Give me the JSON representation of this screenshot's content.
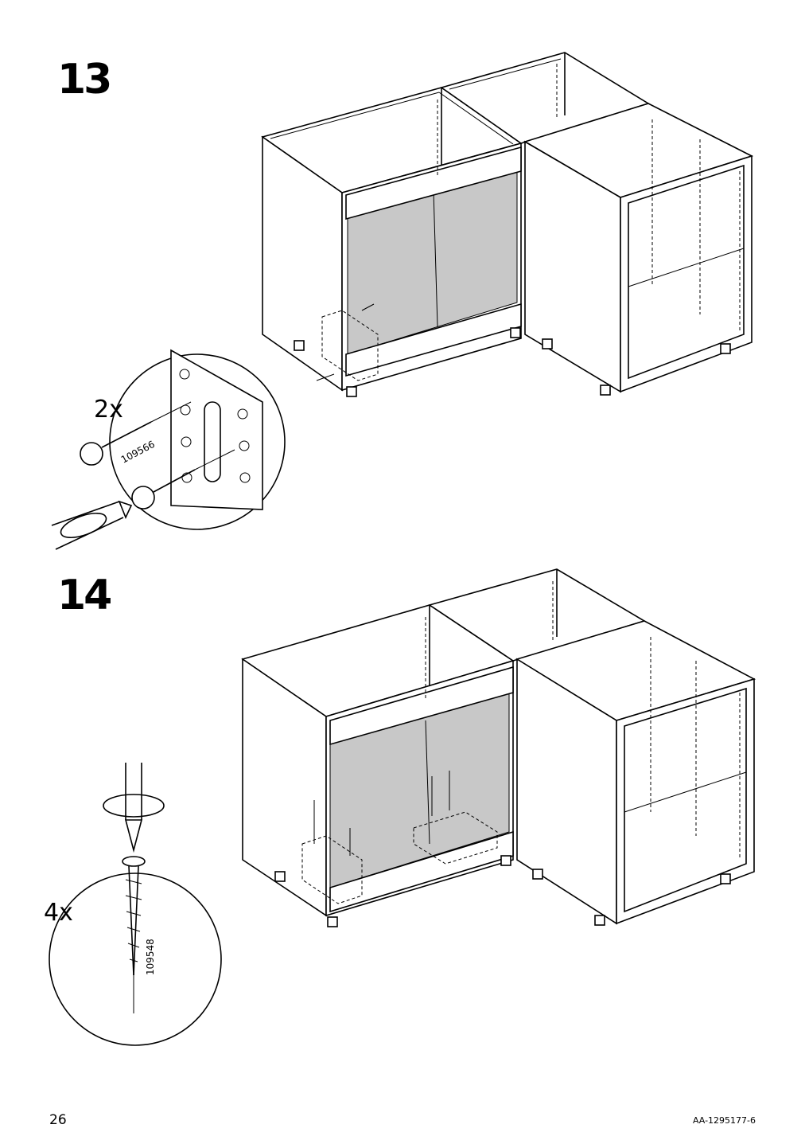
{
  "page": {
    "page_number": "26",
    "document_id": "AA-1295177-6"
  },
  "steps": [
    {
      "number": "13",
      "quantity": "2x",
      "part_number": "109566"
    },
    {
      "number": "14",
      "quantity": "4x",
      "part_number": "109548"
    }
  ],
  "icons": {
    "screwdriver": "screwdriver-icon",
    "rotation_arrow": "rotation-arrow-icon",
    "screw": "screw-icon"
  }
}
